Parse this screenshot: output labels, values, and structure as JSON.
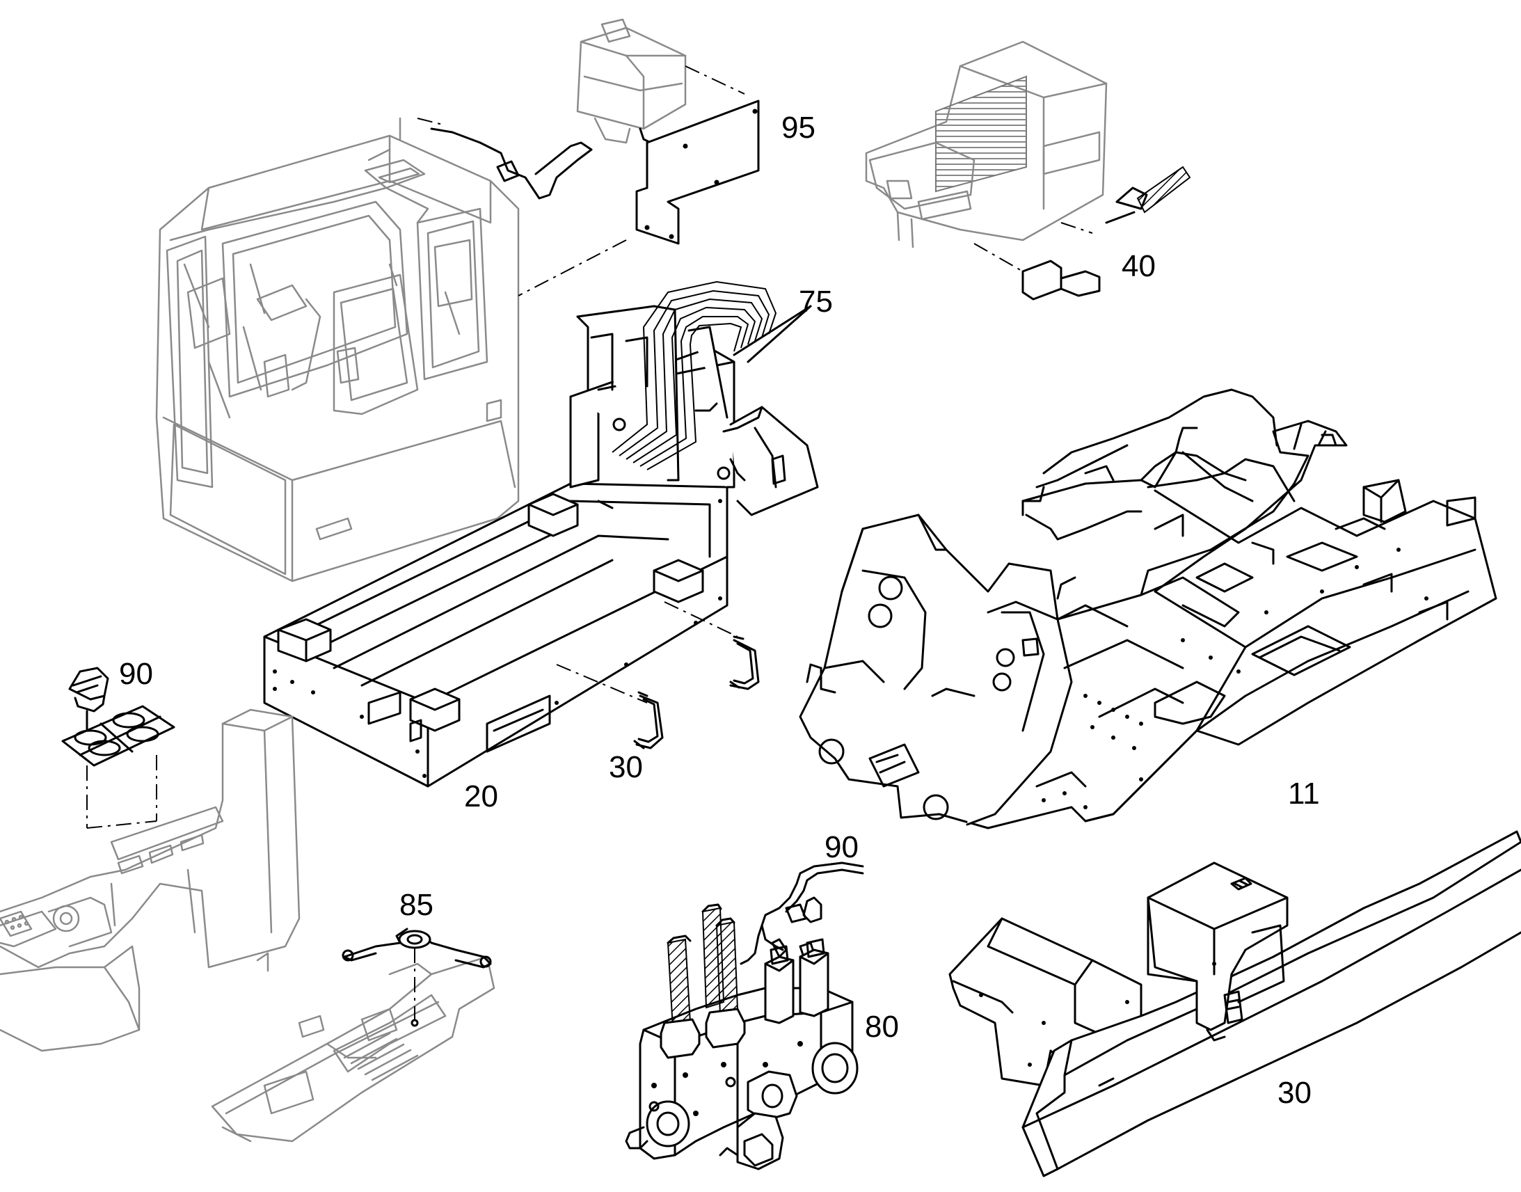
{
  "callouts": [
    {
      "id": "95",
      "label": "95"
    },
    {
      "id": "40",
      "label": "40"
    },
    {
      "id": "75",
      "label": "75"
    },
    {
      "id": "90a",
      "label": "90"
    },
    {
      "id": "30a",
      "label": "30"
    },
    {
      "id": "20",
      "label": "20"
    },
    {
      "id": "11",
      "label": "11"
    },
    {
      "id": "90b",
      "label": "90"
    },
    {
      "id": "85",
      "label": "85"
    },
    {
      "id": "80",
      "label": "80"
    },
    {
      "id": "30b",
      "label": "30"
    }
  ],
  "colors": {
    "line": "#000000",
    "ghost": "#8a8a8a",
    "background": "#ffffff"
  }
}
